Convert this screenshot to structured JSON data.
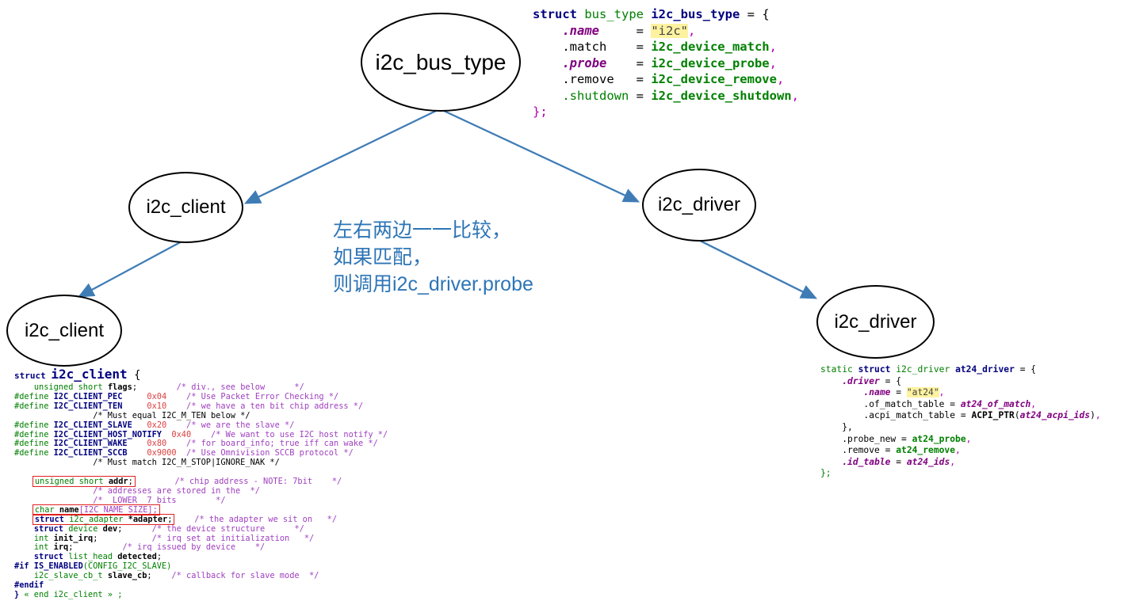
{
  "diagram": {
    "arrow_color": "#3f7cb6",
    "nodes": [
      {
        "id": "bus",
        "label": "i2c_bus_type"
      },
      {
        "id": "client-mid",
        "label": "i2c_client"
      },
      {
        "id": "driver-mid",
        "label": "i2c_driver"
      },
      {
        "id": "client-bot",
        "label": "i2c_client"
      },
      {
        "id": "driver-bot",
        "label": "i2c_driver"
      }
    ],
    "annotation": {
      "color": "#2e75b6",
      "lines": [
        "左右两边一一比较，",
        "如果匹配，",
        "则调用i2c_driver.probe"
      ]
    }
  },
  "code_bus_type": {
    "lines": [
      {
        "tk": [
          {
            "c": "kw",
            "t": "struct"
          },
          {
            "t": " "
          },
          {
            "c": "typ",
            "t": "bus_type"
          },
          {
            "t": " "
          },
          {
            "c": "id",
            "t": "i2c_bus_type"
          },
          {
            "t": " = {"
          }
        ]
      },
      {
        "tk": [
          {
            "t": "    "
          },
          {
            "c": "pit",
            "t": ".name"
          },
          {
            "t": "     = "
          },
          {
            "c": "str",
            "t": "\"i2c\""
          },
          {
            "c": "pu",
            "t": ","
          }
        ]
      },
      {
        "tk": [
          {
            "t": "    .match    = "
          },
          {
            "c": "gb",
            "t": "i2c_device_match"
          },
          {
            "c": "pu",
            "t": ","
          }
        ]
      },
      {
        "tk": [
          {
            "t": "    "
          },
          {
            "c": "pit",
            "t": ".probe"
          },
          {
            "t": "    = "
          },
          {
            "c": "gb",
            "t": "i2c_device_probe"
          },
          {
            "c": "pu",
            "t": ","
          }
        ]
      },
      {
        "tk": [
          {
            "t": "    .remove   = "
          },
          {
            "c": "gb",
            "t": "i2c_device_remove"
          },
          {
            "c": "pu",
            "t": ","
          }
        ]
      },
      {
        "tk": [
          {
            "t": "    "
          },
          {
            "c": "grn",
            "t": ".shutdown"
          },
          {
            "t": " = "
          },
          {
            "c": "gb",
            "t": "i2c_device_shutdown"
          },
          {
            "c": "pu",
            "t": ","
          }
        ]
      },
      {
        "tk": [
          {
            "c": "pu",
            "t": "};"
          }
        ]
      }
    ]
  },
  "code_i2c_client": {
    "lines": [
      {
        "cls": "l-head",
        "tk": [
          {
            "c": "kwh",
            "t": "struct "
          },
          {
            "c": "idh",
            "t": "i2c_client"
          },
          {
            "c": "plh",
            "t": " {"
          }
        ]
      },
      {
        "tk": [
          {
            "t": "    "
          },
          {
            "c": "typ",
            "t": "unsigned short"
          },
          {
            "t": " "
          },
          {
            "c": "nm",
            "t": "flags"
          },
          {
            "t": ";        "
          },
          {
            "c": "cmt",
            "t": "/* div., see below      */"
          }
        ]
      },
      {
        "tk": [
          {
            "c": "pp",
            "t": "#define"
          },
          {
            "t": " "
          },
          {
            "c": "id",
            "t": "I2C_CLIENT_PEC"
          },
          {
            "t": "     "
          },
          {
            "c": "num",
            "t": "0x04"
          },
          {
            "t": "    "
          },
          {
            "c": "cmt",
            "t": "/* Use Packet Error Checking */"
          }
        ]
      },
      {
        "tk": [
          {
            "c": "pp",
            "t": "#define"
          },
          {
            "t": " "
          },
          {
            "c": "id",
            "t": "I2C_CLIENT_TEN"
          },
          {
            "t": "     "
          },
          {
            "c": "num",
            "t": "0x10"
          },
          {
            "t": "    "
          },
          {
            "c": "cmt",
            "t": "/* we have a ten bit chip address */"
          }
        ]
      },
      {
        "tk": [
          {
            "t": "                "
          },
          {
            "t": "/* Must equal I2C_M_TEN below */"
          }
        ]
      },
      {
        "tk": [
          {
            "c": "pp",
            "t": "#define"
          },
          {
            "t": " "
          },
          {
            "c": "id",
            "t": "I2C_CLIENT_SLAVE"
          },
          {
            "t": "   "
          },
          {
            "c": "num",
            "t": "0x20"
          },
          {
            "t": "    "
          },
          {
            "c": "cmt",
            "t": "/* we are the slave */"
          }
        ]
      },
      {
        "tk": [
          {
            "c": "pp",
            "t": "#define"
          },
          {
            "t": " "
          },
          {
            "c": "id",
            "t": "I2C_CLIENT_HOST_NOTIFY"
          },
          {
            "t": "  "
          },
          {
            "c": "num",
            "t": "0x40"
          },
          {
            "t": "    "
          },
          {
            "c": "cmt",
            "t": "/* We want to use I2C host notify */"
          }
        ]
      },
      {
        "tk": [
          {
            "c": "pp",
            "t": "#define"
          },
          {
            "t": " "
          },
          {
            "c": "id",
            "t": "I2C_CLIENT_WAKE"
          },
          {
            "t": "    "
          },
          {
            "c": "num",
            "t": "0x80"
          },
          {
            "t": "    "
          },
          {
            "c": "cmt",
            "t": "/* for board_info; true iff can wake */"
          }
        ]
      },
      {
        "tk": [
          {
            "c": "pp",
            "t": "#define"
          },
          {
            "t": " "
          },
          {
            "c": "id",
            "t": "I2C_CLIENT_SCCB"
          },
          {
            "t": "    "
          },
          {
            "c": "num",
            "t": "0x9000"
          },
          {
            "t": "  "
          },
          {
            "c": "cmt",
            "t": "/* Use Omnivision SCCB protocol */"
          }
        ]
      },
      {
        "tk": [
          {
            "t": "                "
          },
          {
            "t": "/* Must match I2C_M_STOP|IGNORE_NAK */"
          }
        ]
      },
      {
        "tk": [
          {
            "t": " "
          }
        ]
      },
      {
        "tk": [
          {
            "t": "    "
          },
          {
            "box": [
              {
                "c": "typ",
                "t": "unsigned short"
              },
              {
                "t": " "
              },
              {
                "c": "nm",
                "t": "addr"
              },
              {
                "t": ";"
              }
            ]
          },
          {
            "t": "        "
          },
          {
            "c": "cmt",
            "t": "/* chip address - NOTE: 7bit    */"
          }
        ]
      },
      {
        "tk": [
          {
            "t": "                "
          },
          {
            "c": "cmt",
            "t": "/* addresses are stored in the  */"
          }
        ]
      },
      {
        "tk": [
          {
            "t": "                "
          },
          {
            "c": "cmt",
            "t": "/* _LOWER_ 7 bits        */"
          }
        ]
      },
      {
        "tk": [
          {
            "t": "    "
          },
          {
            "box": [
              {
                "c": "typ",
                "t": "char"
              },
              {
                "t": " "
              },
              {
                "c": "nm",
                "t": "name"
              },
              {
                "c": "cmt",
                "t": "[I2C_NAME_SIZE];"
              }
            ]
          }
        ]
      },
      {
        "tk": [
          {
            "t": "    "
          },
          {
            "box": [
              {
                "c": "kw",
                "t": "struct"
              },
              {
                "t": " "
              },
              {
                "c": "typ",
                "t": "i2c_adapter"
              },
              {
                "t": " "
              },
              {
                "c": "nm",
                "t": "*adapter"
              },
              {
                "t": ";"
              }
            ]
          },
          {
            "t": "    "
          },
          {
            "c": "cmt",
            "t": "/* the adapter we sit on   */"
          }
        ]
      },
      {
        "tk": [
          {
            "t": "    "
          },
          {
            "c": "kw",
            "t": "struct"
          },
          {
            "t": " "
          },
          {
            "c": "typ",
            "t": "device"
          },
          {
            "t": " "
          },
          {
            "c": "nm",
            "t": "dev"
          },
          {
            "t": ";      "
          },
          {
            "c": "cmt",
            "t": "/* the device structure      */"
          }
        ]
      },
      {
        "tk": [
          {
            "t": "    "
          },
          {
            "c": "typ",
            "t": "int"
          },
          {
            "t": " "
          },
          {
            "c": "nm",
            "t": "init_irq"
          },
          {
            "t": ";           "
          },
          {
            "c": "cmt",
            "t": "/* irq set at initialization   */"
          }
        ]
      },
      {
        "tk": [
          {
            "t": "    "
          },
          {
            "c": "typ",
            "t": "int"
          },
          {
            "t": " "
          },
          {
            "c": "nm",
            "t": "irq"
          },
          {
            "t": ";          "
          },
          {
            "c": "cmt",
            "t": "/* irq issued by device    */"
          }
        ]
      },
      {
        "tk": [
          {
            "t": "    "
          },
          {
            "c": "kw",
            "t": "struct"
          },
          {
            "t": " "
          },
          {
            "c": "typ",
            "t": "list_head"
          },
          {
            "t": " "
          },
          {
            "c": "nm",
            "t": "detected"
          },
          {
            "t": ";"
          }
        ]
      },
      {
        "tk": [
          {
            "c": "kw",
            "t": "#if IS_ENABLED"
          },
          {
            "c": "grn",
            "t": "(CONFIG_I2C_SLAVE)"
          }
        ]
      },
      {
        "tk": [
          {
            "t": "    "
          },
          {
            "c": "typ",
            "t": "i2c_slave_cb_t"
          },
          {
            "t": " "
          },
          {
            "c": "nm",
            "t": "slave_cb"
          },
          {
            "t": ";    "
          },
          {
            "c": "cmt",
            "t": "/* callback for slave mode  */"
          }
        ]
      },
      {
        "tk": [
          {
            "c": "kw",
            "t": "#endif"
          }
        ]
      },
      {
        "tk": [
          {
            "c": "kw",
            "t": "} "
          },
          {
            "c": "grn",
            "t": "« end i2c_client » ;"
          }
        ]
      }
    ]
  },
  "code_at24_driver": {
    "lines": [
      {
        "tk": [
          {
            "c": "typ",
            "t": "static"
          },
          {
            "t": " "
          },
          {
            "c": "kw",
            "t": "struct"
          },
          {
            "t": " "
          },
          {
            "c": "typ",
            "t": "i2c_driver"
          },
          {
            "t": " "
          },
          {
            "c": "id",
            "t": "at24_driver"
          },
          {
            "t": " = {"
          }
        ]
      },
      {
        "tk": [
          {
            "t": "    "
          },
          {
            "c": "pit",
            "t": ".driver"
          },
          {
            "t": " = {"
          }
        ]
      },
      {
        "tk": [
          {
            "t": "        "
          },
          {
            "c": "pit",
            "t": ".name"
          },
          {
            "t": " = "
          },
          {
            "c": "str",
            "t": "\"at24\""
          },
          {
            "c": "pu",
            "t": ","
          }
        ]
      },
      {
        "tk": [
          {
            "t": "        .of_match_table = "
          },
          {
            "c": "pit",
            "t": "at24_of_match"
          },
          {
            "c": "pu",
            "t": ","
          }
        ]
      },
      {
        "tk": [
          {
            "t": "        .acpi_match_table = "
          },
          {
            "c": "nm",
            "t": "ACPI_PTR"
          },
          {
            "t": "("
          },
          {
            "c": "pit",
            "t": "at24_acpi_ids"
          },
          {
            "t": ")"
          },
          {
            "c": "pu",
            "t": ","
          }
        ]
      },
      {
        "tk": [
          {
            "t": "    },"
          }
        ]
      },
      {
        "tk": [
          {
            "t": "    .probe_new = "
          },
          {
            "c": "gb",
            "t": "at24_probe"
          },
          {
            "c": "pu",
            "t": ","
          }
        ]
      },
      {
        "tk": [
          {
            "t": "    .remove = "
          },
          {
            "c": "gb",
            "t": "at24_remove"
          },
          {
            "c": "pu",
            "t": ","
          }
        ]
      },
      {
        "tk": [
          {
            "t": "    "
          },
          {
            "c": "pit",
            "t": ".id_table"
          },
          {
            "t": " = "
          },
          {
            "c": "pit",
            "t": "at24_ids"
          },
          {
            "c": "pu",
            "t": ","
          }
        ]
      },
      {
        "tk": [
          {
            "c": "grn",
            "t": "};"
          }
        ]
      }
    ]
  }
}
